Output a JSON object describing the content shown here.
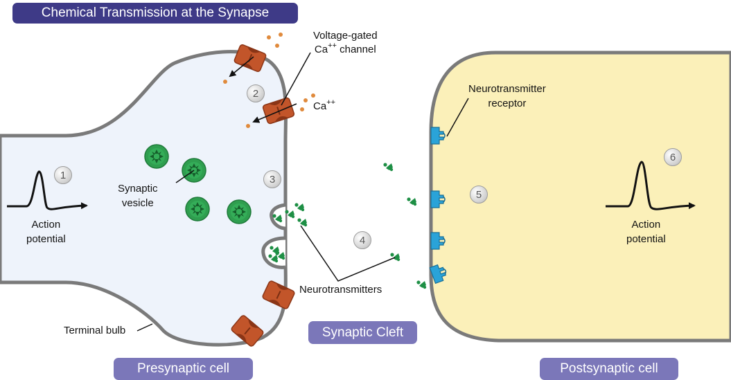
{
  "title": "Chemical Transmission at the Synapse",
  "labels": {
    "voltage_gated_line1": "Voltage-gated",
    "voltage_gated_line2": "Ca",
    "voltage_gated_sup": "++",
    "voltage_gated_tail": " channel",
    "ca_ion": "Ca",
    "ca_ion_sup": "++",
    "synaptic_vesicle_line1": "Synaptic",
    "synaptic_vesicle_line2": "vesicle",
    "action_potential_pre_line1": "Action",
    "action_potential_pre_line2": "potential",
    "action_potential_post_line1": "Action",
    "action_potential_post_line2": "potential",
    "neurotransmitter_receptor_line1": "Neurotransmitter",
    "neurotransmitter_receptor_line2": "receptor",
    "neurotransmitters": "Neurotransmitters",
    "terminal_bulb": "Terminal bulb"
  },
  "banners": {
    "synaptic_cleft": "Synaptic Cleft",
    "presynaptic_cell": "Presynaptic cell",
    "postsynaptic_cell": "Postsynaptic cell"
  },
  "steps": [
    "1",
    "2",
    "3",
    "4",
    "5",
    "6"
  ],
  "colors": {
    "banner_dark": "#3e3a87",
    "banner_light": "#7b77b9",
    "presynaptic_fill": "#eef3fb",
    "postsynaptic_fill": "#fbf0b9",
    "membrane": "#7a7a7a",
    "channel": "#c2552a",
    "vesicle": "#2f9e4f",
    "receptor": "#2aa3d8",
    "ca_ion": "#e08a3c"
  },
  "icons": [
    "calcium-channel-icon",
    "synaptic-vesicle-icon",
    "receptor-icon",
    "neurotransmitter-icon",
    "action-potential-waveform-icon"
  ]
}
